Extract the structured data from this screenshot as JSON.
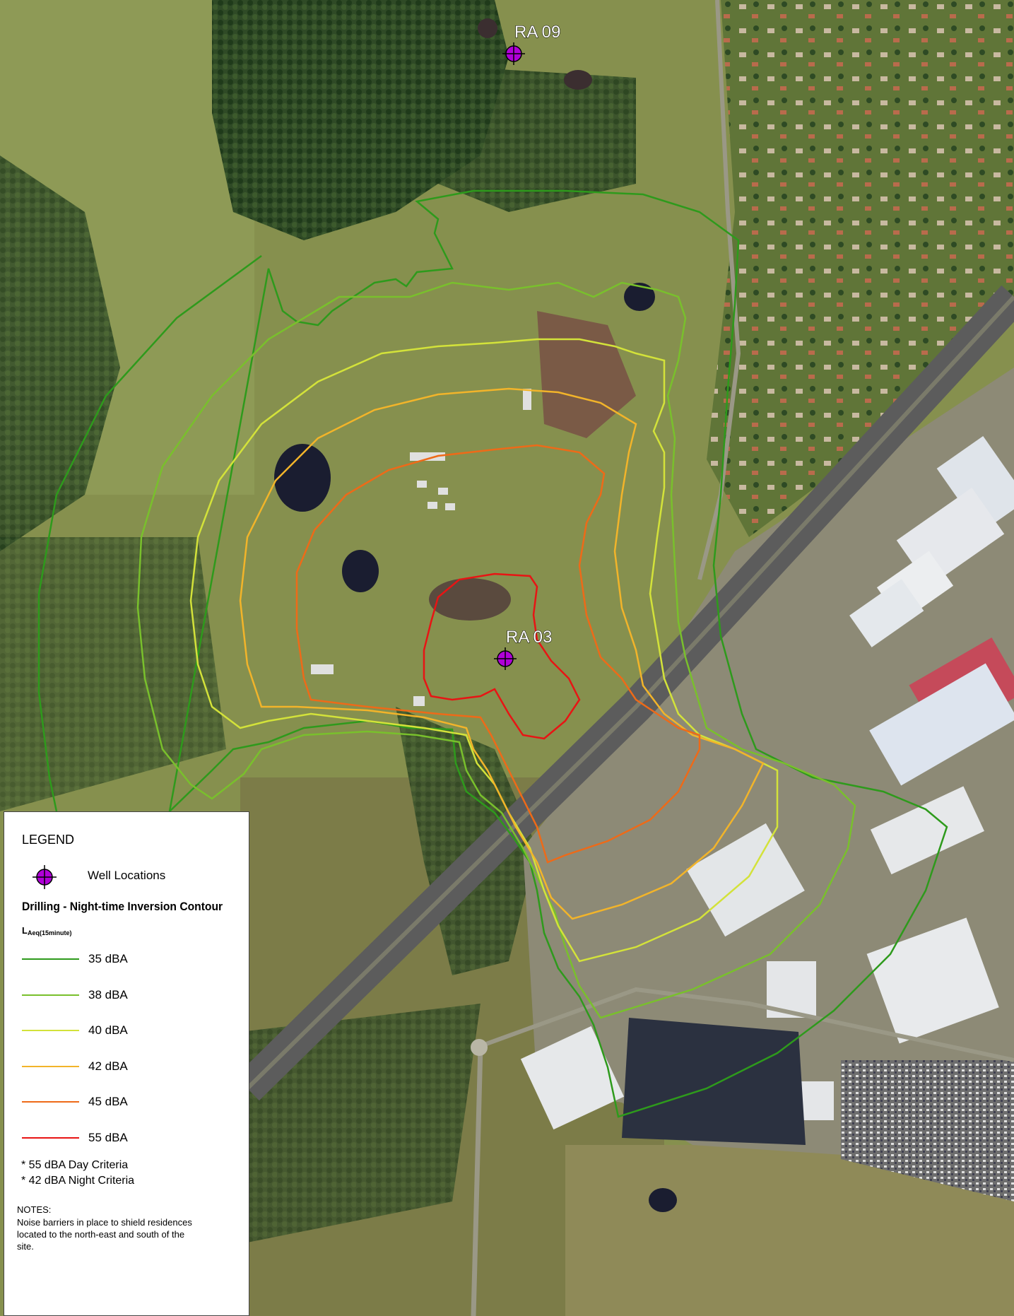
{
  "wells": [
    {
      "name": "RA 09"
    },
    {
      "name": "RA 03"
    }
  ],
  "legend": {
    "title": "LEGEND",
    "well_locations_label": "Well Locations",
    "well_icon": "crosshair-marker-icon",
    "well_color": "#b000d8",
    "subtitle": "Drilling -  Night-time Inversion Contour",
    "metric_main": "L",
    "metric_sub": "Aeq(15minute)",
    "contours": [
      {
        "label": "35 dBA",
        "color": "#2e9a1c"
      },
      {
        "label": "38 dBA",
        "color": "#79c02c"
      },
      {
        "label": "40 dBA",
        "color": "#d3e23a"
      },
      {
        "label": "42 dBA",
        "color": "#f2b42a"
      },
      {
        "label": "45 dBA",
        "color": "#ee6a18"
      },
      {
        "label": "55 dBA",
        "color": "#e81414"
      }
    ],
    "criteria": [
      "* 55 dBA Day Criteria",
      "* 42 dBA Night Criteria"
    ],
    "notes_title": "NOTES:",
    "notes_text": "Noise barriers in place to shield residences located to the north-east and south of the site."
  }
}
